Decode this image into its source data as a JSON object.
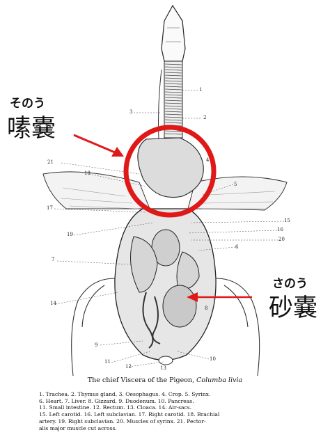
{
  "annotations": {
    "crop": {
      "ruby": "そのう",
      "label": "嗉嚢",
      "color": "#e01818"
    },
    "gizzard": {
      "ruby": "さのう",
      "label": "砂嚢",
      "color": "#e01818"
    }
  },
  "figure_numbers": [
    "1",
    "2",
    "3",
    "4",
    "5",
    "6",
    "7",
    "8",
    "9",
    "10",
    "11",
    "12",
    "13",
    "14",
    "15",
    "16",
    "17",
    "18",
    "19",
    "20",
    "21"
  ],
  "caption": {
    "text": "The chief Viscera of the Pigeon, ",
    "species": "Columba livia"
  },
  "legend_lines": [
    "1. Trachea.     2. Thymus gland.    3. Oesophagus.    4. Crop.    5. Syrinx.",
    "6. Heart.    7. Liver.    8. Gizzard.    9. Duodenum.    10. Pancreas.",
    "11. Small intestine.    12. Rectum.    13. Cloaca.    14. Air-sacs.",
    "15. Left carotid.   16. Left subclavian.   17. Right carotid.   18. Brachial",
    "artery.   19. Right subclavian.   20. Muscles of syrinx.   21. Pector-",
    "alis major muscle cut across."
  ]
}
